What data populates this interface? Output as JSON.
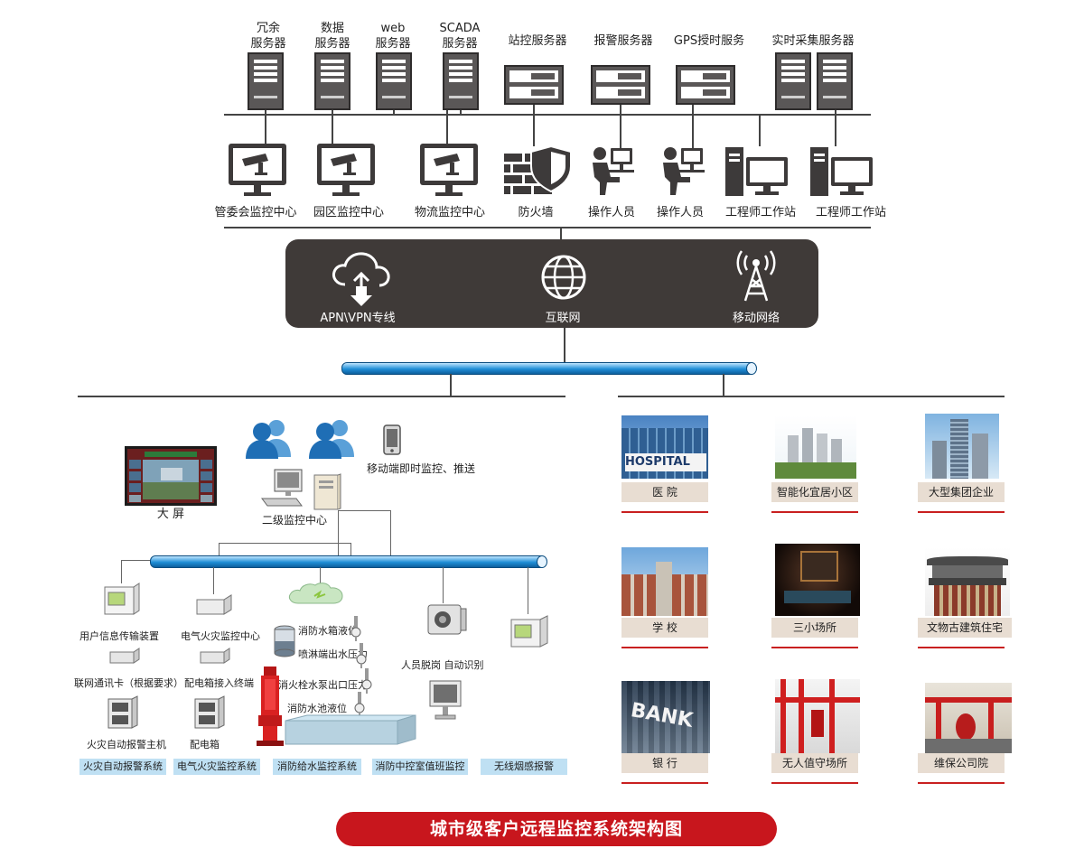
{
  "servers": [
    {
      "line1": "冗余",
      "line2": "服务器"
    },
    {
      "line1": "数据",
      "line2": "服务器"
    },
    {
      "line1": "web",
      "line2": "服务器"
    },
    {
      "line1": "SCADA",
      "line2": "服务器"
    },
    {
      "line1": "站控服务器"
    },
    {
      "line1": "报警服务器"
    },
    {
      "line1": "GPS授时服务"
    },
    {
      "line1": "实时采集服务器"
    }
  ],
  "stations": [
    "管委会监控中心",
    "园区监控中心",
    "物流监控中心",
    "防火墙",
    "操作人员",
    "操作人员",
    "工程师工作站",
    "工程师工作站"
  ],
  "network": {
    "apn": "APN\\VPN专线",
    "internet": "互联网",
    "mobile": "移动网络"
  },
  "left_site": {
    "big_screen": "大 屏",
    "mobile": "移动端即时监控、推送",
    "center": "二级监控中心",
    "devices": {
      "user_info": "用户信息传输装置",
      "network_card": "联网通讯卡（根据要求）",
      "fire_host": "火灾自动报警主机",
      "elec_fire": "电气火灾监控中心",
      "dist_terminal": "配电箱接入终端",
      "dist_box": "配电箱",
      "tank_level": "消防水箱液位",
      "sprinkler_pressure": "喷淋端出水压力",
      "hydrant_pressure": "消火栓水泵出口压力",
      "pool_level": "消防水池液位",
      "person_detect": "人员脱岗 自动识别"
    },
    "systems": [
      "火灾自动报警系统",
      "电气火灾监控系统",
      "消防给水监控系统",
      "消防中控室值班监控",
      "无线烟感报警"
    ]
  },
  "clients": [
    {
      "label": "医 院",
      "sign": "HOSPITAL"
    },
    {
      "label": "智能化宜居小区"
    },
    {
      "label": "大型集团企业"
    },
    {
      "label": "学 校"
    },
    {
      "label": "三小场所"
    },
    {
      "label": "文物古建筑住宅"
    },
    {
      "label": "银 行",
      "sign": "BANK"
    },
    {
      "label": "无人值守场所"
    },
    {
      "label": "维保公司院"
    }
  ],
  "footer_title": "城市级客户远程监控系统架构图",
  "colors": {
    "accent_red": "#c8161d",
    "panel_dark": "#3f3a38",
    "pipe_blue": "#1f8ed6",
    "tag_blue": "#bfe0f3"
  }
}
